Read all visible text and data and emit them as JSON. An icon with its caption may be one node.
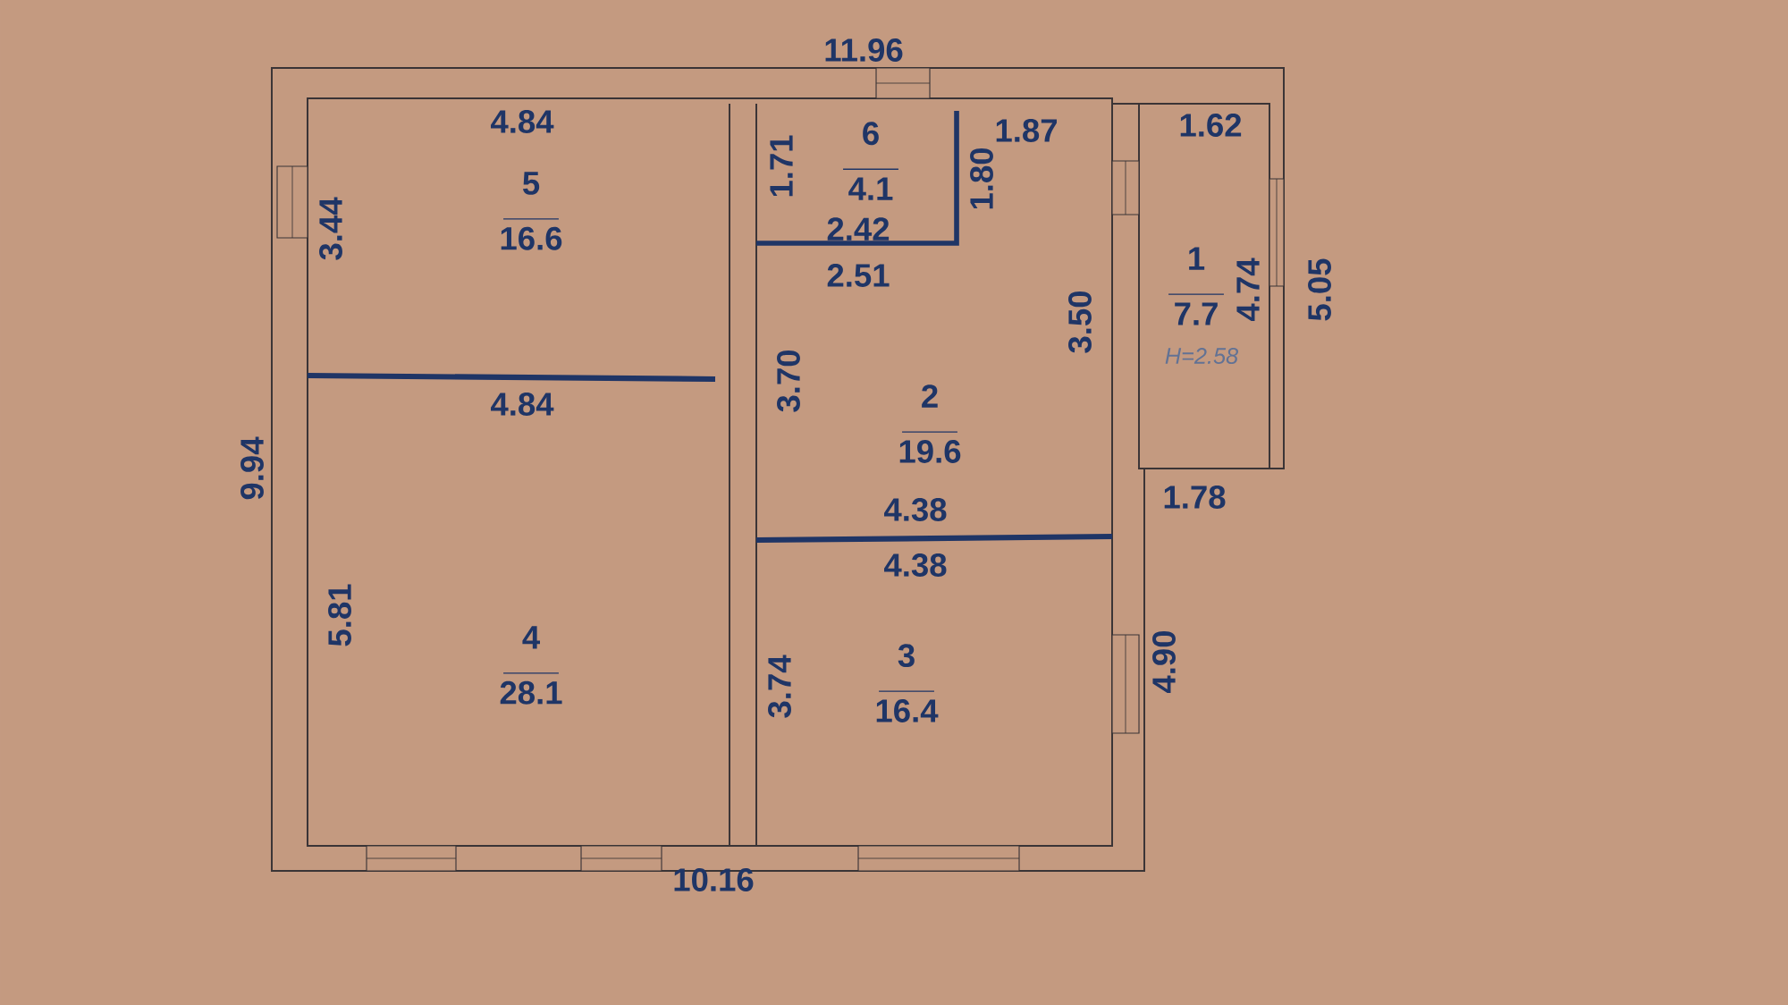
{
  "diagram": {
    "nodes": [
      {
        "text": [
          "5",
          "16.6"
        ]
      },
      {
        "text": [
          "6",
          "4.1"
        ]
      },
      {
        "text": [
          "1",
          "7.7"
        ]
      },
      {
        "text": [
          "2",
          "19.6"
        ]
      },
      {
        "text": [
          "4",
          "28.1"
        ]
      },
      {
        "text": [
          "3",
          "16.4"
        ]
      }
    ],
    "labels": [
      "11.96",
      "4.84",
      "1.87",
      "1.62",
      "1.71",
      "1.80",
      "3.44",
      "2.42",
      "2.51",
      "4.74",
      "5.05",
      "3.50",
      "H=2.58",
      "3.70",
      "4.84",
      "9.94",
      "4.38",
      "1.78",
      "4.38",
      "5.81",
      "3.74",
      "4.90",
      "10.16"
    ]
  }
}
